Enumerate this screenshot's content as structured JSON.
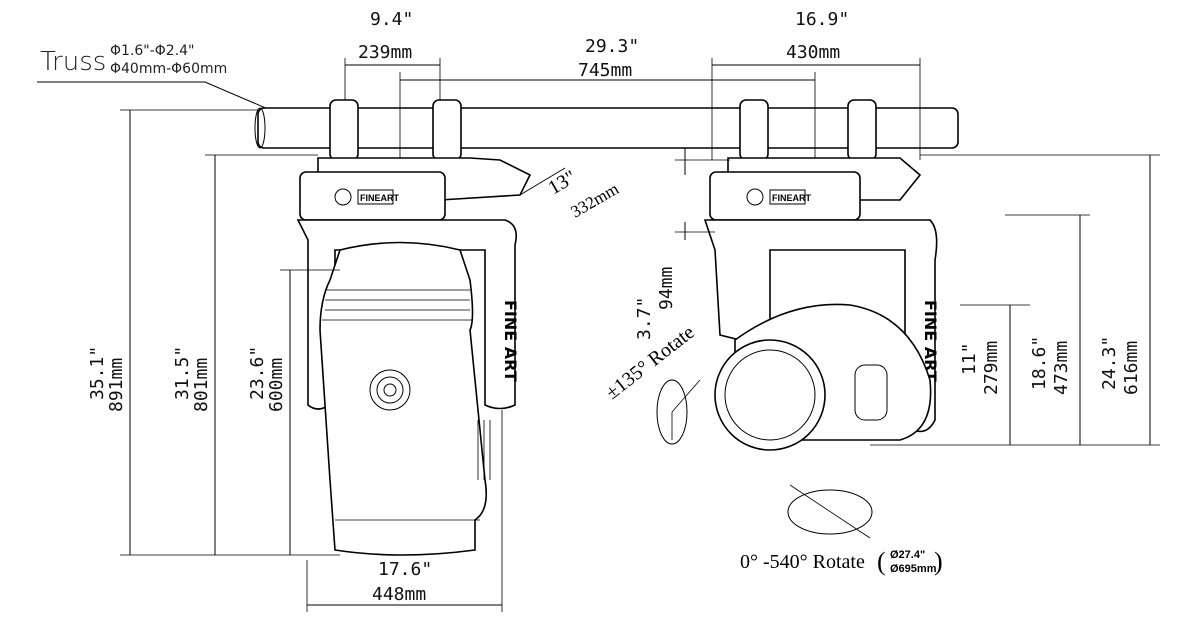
{
  "truss": {
    "label": "Truss",
    "range_in": "Φ1.6\"-Φ2.4\"",
    "range_mm": "Φ40mm-Φ60mm"
  },
  "brand_text": "FINEART",
  "side_brand": "FINE ART",
  "dimensions": {
    "clamp_spacing_front": {
      "in": "9.4\"",
      "mm": "239mm"
    },
    "clamp_spacing_total": {
      "in": "29.3\"",
      "mm": "745mm"
    },
    "clamp_spacing_side": {
      "in": "16.9\"",
      "mm": "430mm"
    },
    "base_depth": {
      "in": "13\"",
      "mm": "332mm"
    },
    "total_height": {
      "in": "35.1\"",
      "mm": "891mm"
    },
    "base_to_bottom": {
      "in": "31.5\"",
      "mm": "801mm"
    },
    "head_height": {
      "in": "23.6\"",
      "mm": "600mm"
    },
    "width": {
      "in": "17.6\"",
      "mm": "448mm"
    },
    "base_height": {
      "in": "3.7\"",
      "mm": "94mm"
    },
    "tilt_axis_height": {
      "in": "11\"",
      "mm": "279mm"
    },
    "yoke_height": {
      "in": "18.6\"",
      "mm": "473mm"
    },
    "side_total_height": {
      "in": "24.3\"",
      "mm": "616mm"
    }
  },
  "rotation": {
    "tilt": "±135° Rotate",
    "pan": "0° -540° Rotate",
    "pan_diameter_in": "Ø27.4\"",
    "pan_diameter_mm": "Ø695mm"
  }
}
